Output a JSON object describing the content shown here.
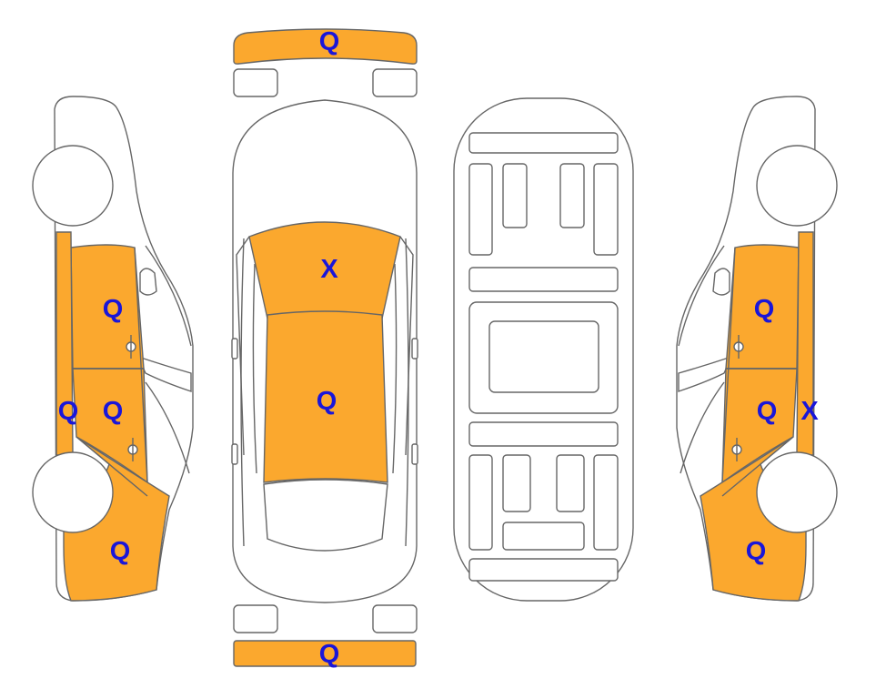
{
  "colors": {
    "damaged_fill": "#fba82e",
    "outline": "#666666",
    "mark_text": "#1a16d9",
    "background": "#ffffff"
  },
  "views": {
    "top": {
      "front_bumper": {
        "damaged": true,
        "mark": "Q"
      },
      "hood": {
        "damaged": true,
        "mark": "X"
      },
      "roof": {
        "damaged": true,
        "mark": "Q"
      },
      "rear_bumper": {
        "damaged": true,
        "mark": "Q"
      }
    },
    "underbody": {},
    "left_side": {
      "front_door": {
        "damaged": true,
        "mark": "Q"
      },
      "rear_door": {
        "damaged": true,
        "mark": "Q"
      },
      "rocker_panel": {
        "damaged": true,
        "mark": "Q"
      },
      "quarter_panel": {
        "damaged": true,
        "mark": "Q"
      }
    },
    "right_side": {
      "front_door": {
        "damaged": true,
        "mark": "Q"
      },
      "rear_door": {
        "damaged": true,
        "mark": "Q"
      },
      "rocker_panel": {
        "damaged": true,
        "mark": "X"
      },
      "quarter_panel": {
        "damaged": true,
        "mark": "Q"
      }
    }
  }
}
